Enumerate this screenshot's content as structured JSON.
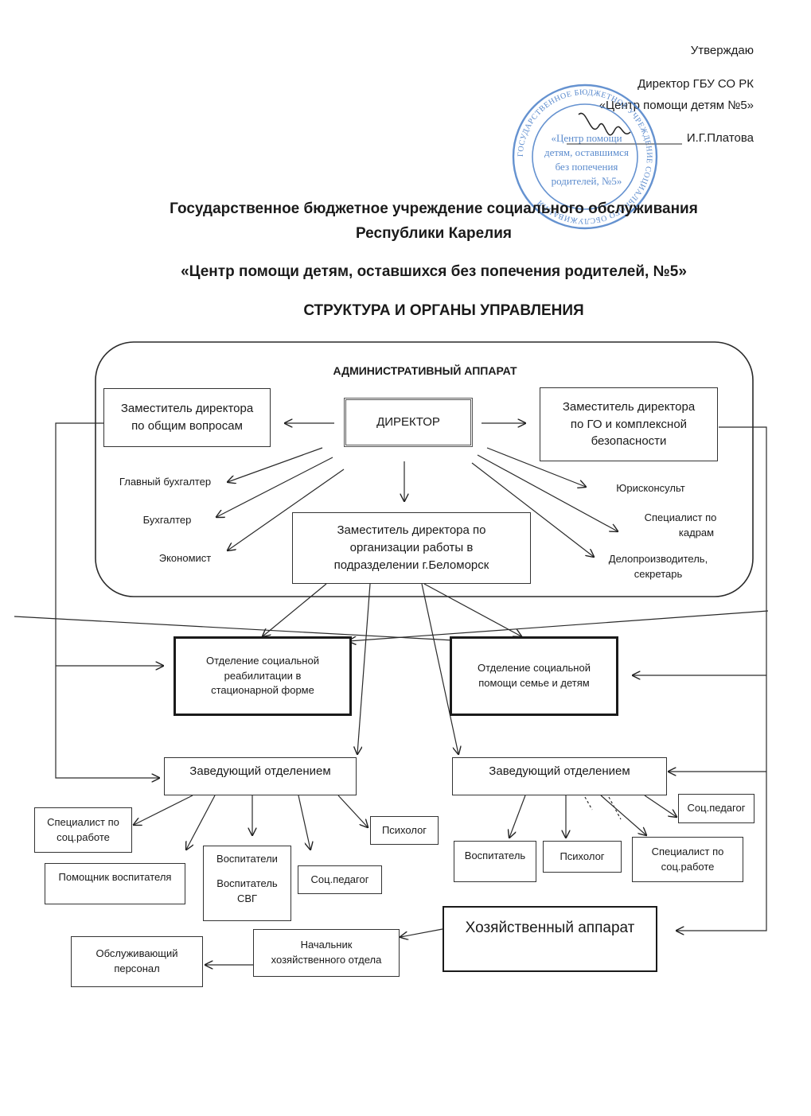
{
  "approval": {
    "approve": "Утверждаю",
    "position": "Директор ГБУ СО РК",
    "org": "«Центр помощи детям №5»",
    "signer": "И.Г.Платова"
  },
  "seal": {
    "ring": "ГОСУДАРСТВЕННОЕ БЮДЖЕТНОЕ УЧРЕЖДЕНИЕ СОЦИАЛЬНОГО ОБСЛУЖИВАНИЯ",
    "center": [
      "«Центр помощи",
      "детям, оставшимся",
      "без попечения",
      "родителей, №5»"
    ]
  },
  "header": {
    "line1": "Государственное бюджетное учреждение социального обслуживания",
    "line2": "Республики Карелия",
    "line3": "«Центр помощи детям, оставшихся без попечения родителей, №5»",
    "title": "СТРУКТУРА И ОРГАНЫ УПРАВЛЕНИЯ"
  },
  "admin_group": {
    "label": "АДМИНИСТРАТИВНЫЙ АППАРАТ",
    "deputy_general": [
      "Заместитель директора",
      "по общим вопросам"
    ],
    "director": "ДИРЕКТОР",
    "deputy_safety": [
      "Заместитель директора",
      "по ГО и комплексной",
      "безопасности"
    ],
    "chief_accountant": "Главный бухгалтер",
    "accountant": "Бухгалтер",
    "economist": "Экономист",
    "deputy_belomorsk": [
      "Заместитель директора по",
      "организации работы в",
      "подразделении г.Беломорск"
    ],
    "lawyer": "Юрисконсульт",
    "hr": [
      "Специалист по",
      "кадрам"
    ],
    "clerk": [
      "Делопроизводитель,",
      "секретарь"
    ]
  },
  "departments": {
    "rehab": [
      "Отделение социальной",
      "реабилитации в",
      "стационарной форме"
    ],
    "family": [
      "Отделение  социальной",
      "помощи семье и детям"
    ]
  },
  "left_branch": {
    "head": "Заведующий отделением",
    "social_worker": [
      "Специалист по",
      "соц.работе"
    ],
    "assistant": "Помощник воспитателя",
    "educators": [
      "Воспитатели",
      "",
      "Воспитатель",
      "СВГ"
    ],
    "soc_pedagog": "Соц.педагог",
    "psychologist": "Психолог"
  },
  "right_branch": {
    "head": "Заведующий отделением",
    "educator": "Воспитатель",
    "psychologist": "Психолог",
    "social_worker": [
      "Специалист по",
      "соц.работе"
    ],
    "soc_pedagog": "Соц.педагог"
  },
  "household": {
    "apparatus": "Хозяйственный аппарат",
    "chief": [
      "Начальник",
      "хозяйственного отдела"
    ],
    "staff": [
      "Обслуживающий",
      "персонал"
    ]
  }
}
